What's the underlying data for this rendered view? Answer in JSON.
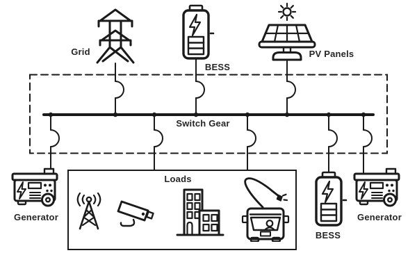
{
  "labels": {
    "grid": "Grid",
    "bess_top": "BESS",
    "pv_panels": "PV Panels",
    "switch_gear": "Switch Gear",
    "loads": "Loads",
    "generator_left": "Generator",
    "bess_bottom": "BESS",
    "generator_right": "Generator"
  },
  "icons": {
    "grid": "transmission-tower-icon",
    "bess_top": "battery-storage-icon",
    "pv_panels": "solar-panel-sun-icon",
    "generator_left": "generator-icon",
    "generator_right": "generator-icon",
    "bess_bottom": "battery-storage-icon",
    "loads": [
      "radio-antenna-icon",
      "cctv-camera-icon",
      "buildings-icon",
      "electric-bus-charging-icon"
    ],
    "breaker_symbol": "circuit-breaker-arc"
  },
  "colors": {
    "line": "#1a1a1a",
    "text": "#262626",
    "background": "#ffffff"
  }
}
